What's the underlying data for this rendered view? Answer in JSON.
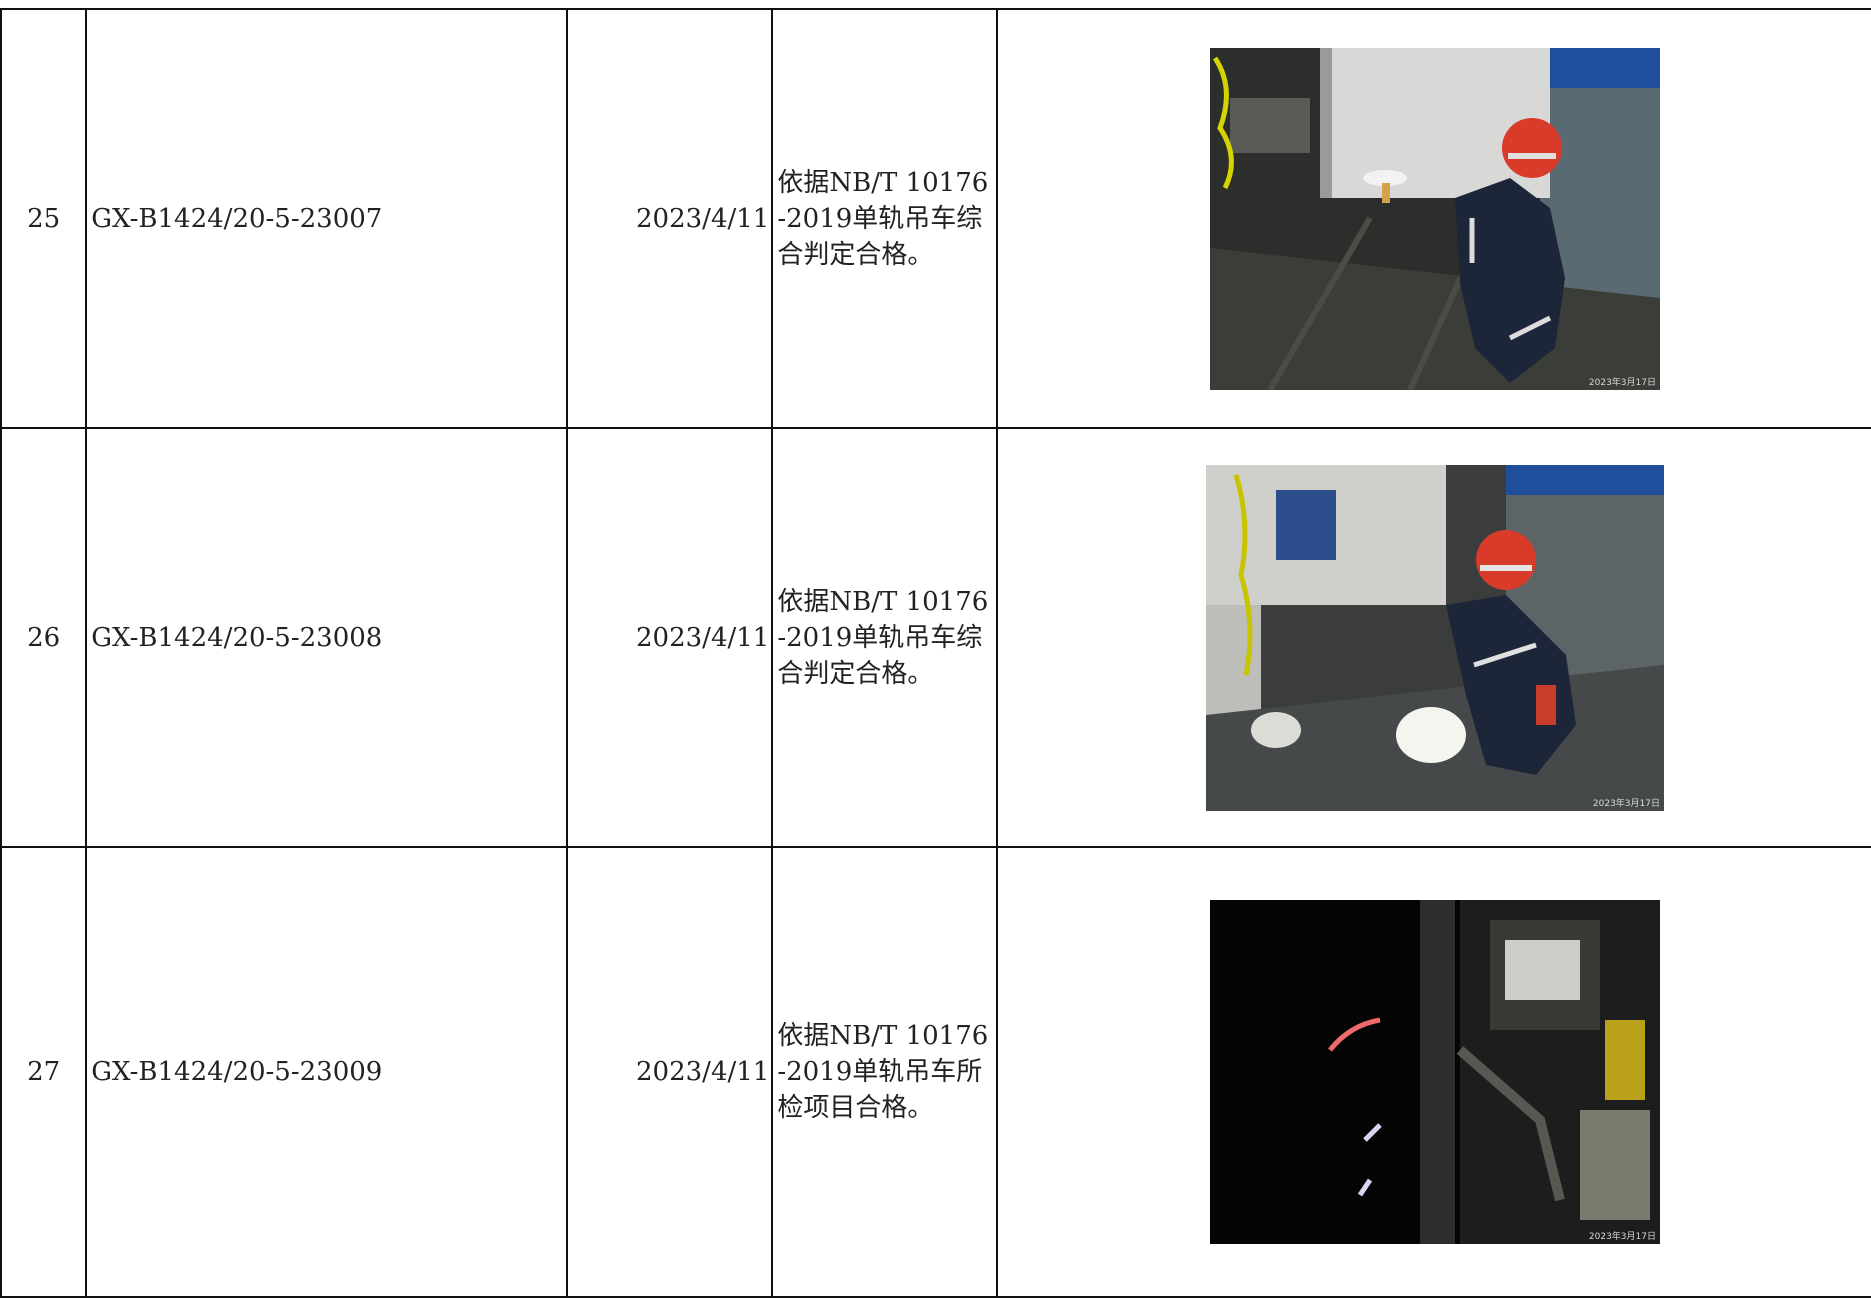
{
  "rows": [
    {
      "no": "25",
      "model": "GX-B1424/20-5-23007",
      "date": "2023/4/11",
      "conclusion": "依据NB/T 10176-2019单轨吊车综合判定合格。",
      "photo_stamp": "2023年3月17日"
    },
    {
      "no": "26",
      "model": "GX-B1424/20-5-23008",
      "date": "2023/4/11",
      "conclusion": "依据NB/T 10176-2019单轨吊车综合判定合格。",
      "photo_stamp": "2023年3月17日"
    },
    {
      "no": "27",
      "model": "GX-B1424/20-5-23009",
      "date": "2023/4/11",
      "conclusion": "依据NB/T 10176-2019单轨吊车所检项目合格。",
      "photo_stamp": "2023年3月17日"
    }
  ]
}
